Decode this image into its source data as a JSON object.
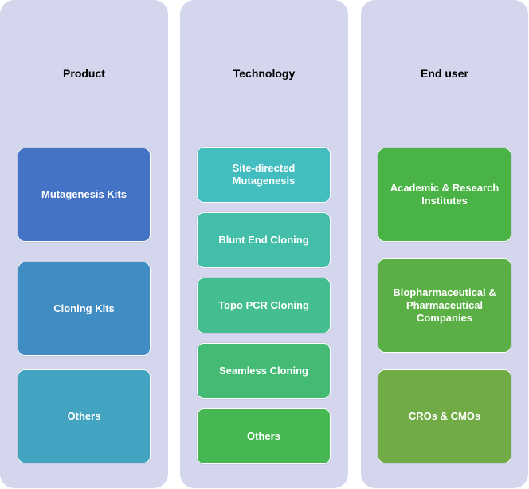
{
  "columns": [
    {
      "title": "Product",
      "items": [
        {
          "label": "Mutagenesis Kits",
          "color": "#4472c4"
        },
        {
          "label": "Cloning Kits",
          "color": "#3f8dc3"
        },
        {
          "label": "Others",
          "color": "#43a4c2"
        }
      ]
    },
    {
      "title": "Technology",
      "items": [
        {
          "label": "Site-directed\nMutagenesis",
          "color": "#44bdc1"
        },
        {
          "label": "Blunt End Cloning",
          "color": "#43bfa9"
        },
        {
          "label": "Topo PCR Cloning",
          "color": "#44be90"
        },
        {
          "label": "Seamless Cloning",
          "color": "#44bb75"
        },
        {
          "label": "Others",
          "color": "#46b752"
        }
      ]
    },
    {
      "title": "End user",
      "items": [
        {
          "label": "Academic & Research\nInstitutes",
          "color": "#49b445"
        },
        {
          "label": "Biopharmaceutical &\nPharmaceutical\nCompanies",
          "color": "#5bb045"
        },
        {
          "label": "CROs & CMOs",
          "color": "#70ab46"
        }
      ]
    }
  ]
}
